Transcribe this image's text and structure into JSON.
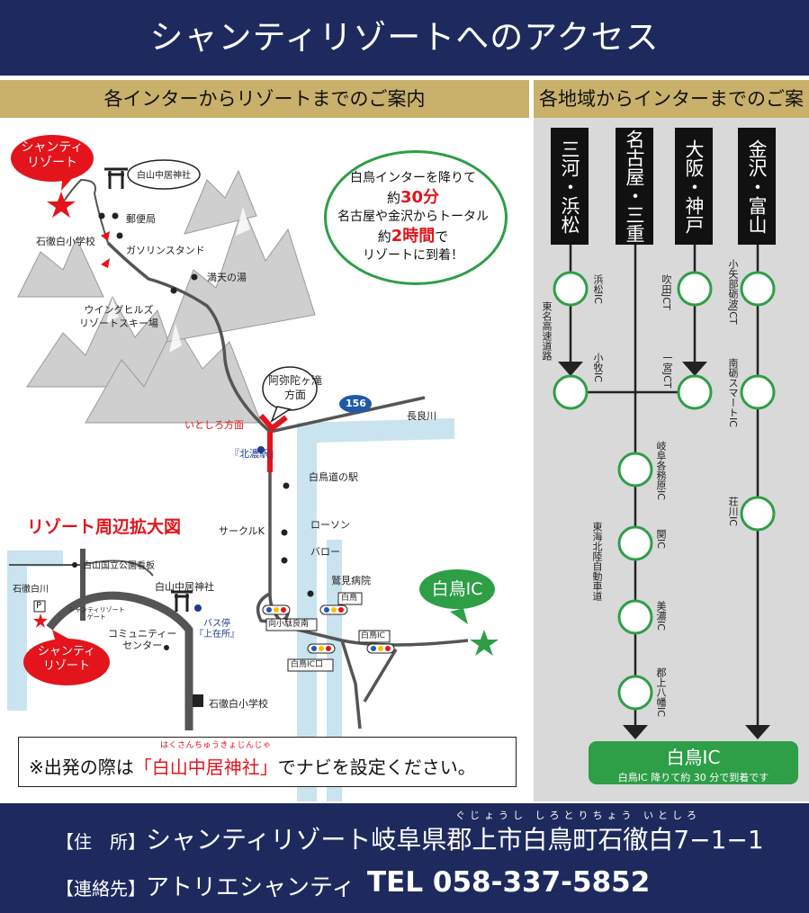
{
  "header": {
    "title": "シャンティリゾートへのアクセス"
  },
  "sections": {
    "left_title": "各インターからリゾートまでのご案内",
    "right_title": "各地域からインターまでのご案内"
  },
  "info_bubble": {
    "line1": "白鳥インターを降りて",
    "line2_a": "約",
    "line2_b": "30分",
    "line3": "名古屋や金沢からトータル",
    "line4_a": "約",
    "line4_b": "2時間",
    "line4_c": "で",
    "line5": "リゾートに到着！"
  },
  "map_labels": {
    "resort_bubble": "シャンティ\nリゾート",
    "shrine": "白山中居神社",
    "post_office": "郵便局",
    "school": "石徹白小学校",
    "gas_station": "ガソリンスタンド",
    "mantennoyu": "満天の湯",
    "wingh_hills": "ウイングヒルズ\nリゾートスキー場",
    "amida_falls": "阿弥陀ヶ滝\n方面",
    "itoshiro": "いとしろ方面",
    "route_num": "156",
    "nagara": "長良川",
    "hokunou": "『北濃駅』",
    "michinoeki": "白鳥道の駅",
    "circlek": "サークルK",
    "lawson": "ローソン",
    "valor": "バロー",
    "washimi": "鷲見病院",
    "shirotori_sig": "白鳥",
    "mukai": "向小駄良南",
    "shirotori_ic_sig": "白鳥IC",
    "shirotori_ic_exit": "白鳥IC口",
    "shirotori_ic_bubble": "白鳥IC"
  },
  "inset": {
    "title": "リゾート周辺拡大図",
    "hakusan_board": "白山国立公園看板",
    "itoshiro_river": "石徹白川",
    "parking": "P",
    "resort_gate": "シャンティリゾート\nゲート",
    "shrine": "白山中居神社",
    "bus_stop": "バス停\n『上在所』",
    "community": "コミュニティー\nセンター",
    "school": "石徹白小学校",
    "resort_bubble": "シャンティ\nリゾート"
  },
  "notice": {
    "prefix": "※出発の際は",
    "highlight": "「白山中居神社」",
    "suffix": "でナビを設定ください。",
    "reading": "はくさんちゅうきょじんじゃ"
  },
  "routes": {
    "origins": [
      "三河・浜松",
      "名古屋・三重",
      "大阪・神戸",
      "金沢・富山"
    ],
    "road_tomei": "東名高速道路",
    "road_tokaihokuriku": "東海北陸自動車道",
    "nodes": {
      "hamamatsu": "浜松IC",
      "suita": "吹田JCT",
      "koyabe": "小矢部砺波JCT",
      "komaki": "小牧IC",
      "ichinomiya": "一宮JCT",
      "nanto": "南砺スマートIC",
      "gifu": "岐阜各務原IC",
      "shokawa": "荘川IC",
      "seki": "関IC",
      "mino": "美濃IC",
      "gujo": "郡上八幡IC"
    },
    "destination": "白鳥IC",
    "destination_note": "白鳥IC 降りて約 30 分で到着です"
  },
  "footer": {
    "address_label": "【住　所】",
    "address": "シャンティリゾート岐阜県郡上市白鳥町石徹白7−1−1",
    "address_reading": "ぐじょうし しろとりちょう いとしろ",
    "contact_label": "【連絡先】",
    "contact": "アトリエシャンティ",
    "tel": "TEL 058-337-5852"
  },
  "colors": {
    "navy": "#1e2a5e",
    "gold": "#c9b06b",
    "red": "#e3141b",
    "green": "#2e9e47",
    "river": "#c9e4ee",
    "road": "#555555"
  }
}
